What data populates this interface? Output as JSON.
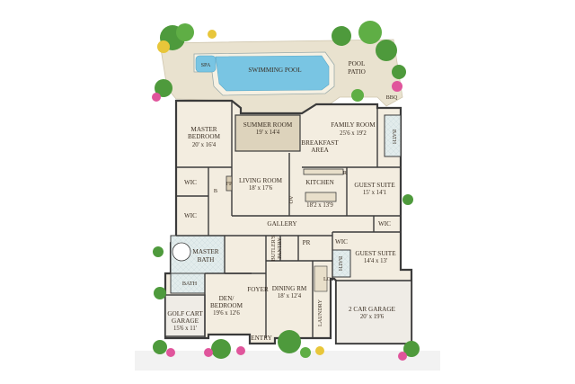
{
  "rooms": {
    "spa": "SPA",
    "pool": "SWIMMING POOL",
    "pool_patio": [
      "POOL",
      "PATIO"
    ],
    "bbq": "BBQ",
    "master_bedroom": {
      "name": [
        "MASTER",
        "BEDROOM"
      ],
      "size": "20' x 16'4"
    },
    "summer_room": {
      "name": "SUMMER ROOM",
      "size": "19' x 14'4"
    },
    "family_room": {
      "name": "FAMILY ROOM",
      "size": "25'6 x 19'2"
    },
    "breakfast_area": [
      "BREAKFAST",
      "AREA"
    ],
    "bath_right": "BATH",
    "living_room": {
      "name": "LIVING ROOM",
      "size": "18' x 17'6"
    },
    "kitchen": {
      "name": "KITCHEN",
      "size": "18'2 x 13'9"
    },
    "guest_suite_1": {
      "name": "GUEST SUITE",
      "size": "15' x 14'1"
    },
    "wic_1": "WIC",
    "wic_2": "WIC",
    "wic_3": "WIC",
    "wic_4": "WIC",
    "gallery": "GALLERY",
    "master_bath": [
      "MASTER",
      "BATH"
    ],
    "butlers_pantry": [
      "BUTLER'S",
      "PANTRY"
    ],
    "pr": "PR",
    "guest_suite_2": {
      "name": "GUEST SUITE",
      "size": "14'4 x 13'"
    },
    "bath_small_right": "BATH",
    "bath_left": "BATH",
    "golf_cart_garage": {
      "name": [
        "GOLF CART",
        "GARAGE"
      ],
      "size": "15'6 x 11'"
    },
    "den_bedroom": {
      "name": [
        "DEN/",
        "BEDROOM"
      ],
      "size": "19'6 x 12'6"
    },
    "foyer": "FOYER",
    "dining_rm": {
      "name": "DINING RM",
      "size": "18' x 12'4"
    },
    "laundry": "LAUNDRY",
    "two_car_garage": {
      "name": "2 CAR GARAGE",
      "size": "20' x 19'6"
    },
    "entry": "ENTRY",
    "fp": "FP",
    "ov": "OV",
    "r": "R",
    "b": "B",
    "lc": "LC"
  },
  "colors": {
    "wall": "#3b3b3b",
    "floor": "#f3ede0",
    "patio": "#e9e2cf",
    "pool_water": "#79c5e3",
    "pool_edge": "#f6f1e3",
    "summer_room_floor": "#ddd3bc",
    "garage_floor": "#efece6",
    "tile": "#dfe9ea",
    "plant_green": "#4e9a3c",
    "flower_pink": "#e0559c",
    "flower_yellow": "#e8c63a"
  }
}
